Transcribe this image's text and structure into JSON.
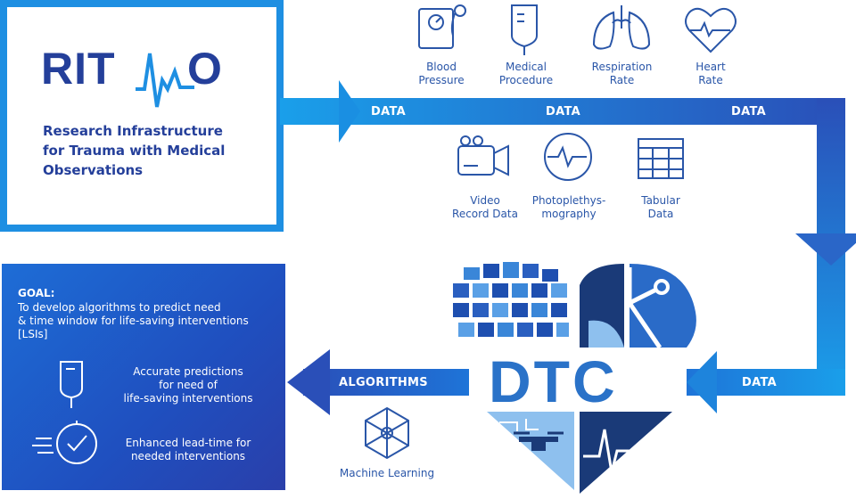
{
  "ritmo": {
    "logo_left": "RIT",
    "logo_right": "O",
    "line1": "Research Infrastructure",
    "line2": "for Trauma with Medical",
    "line3": "Observations"
  },
  "flow_labels": {
    "data1": "DATA",
    "data2": "DATA",
    "data3": "DATA",
    "data4": "DATA",
    "algorithms": "ALGORITHMS"
  },
  "top_icons": [
    {
      "line1": "Blood",
      "line2": "Pressure",
      "icon": "blood-pressure-icon"
    },
    {
      "line1": "Medical",
      "line2": "Procedure",
      "icon": "iv-bag-icon"
    },
    {
      "line1": "Respiration",
      "line2": "Rate",
      "icon": "lungs-icon"
    },
    {
      "line1": "Heart",
      "line2": "Rate",
      "icon": "heart-rate-icon"
    }
  ],
  "mid_icons": [
    {
      "line1": "Video",
      "line2": "Record Data",
      "icon": "video-camera-icon"
    },
    {
      "line1": "Photoplethys-",
      "line2": "mography",
      "icon": "ppg-monitor-icon"
    },
    {
      "line1": "Tabular",
      "line2": "Data",
      "icon": "table-icon"
    }
  ],
  "goal": {
    "heading": "GOAL:",
    "line1": "To develop algorithms to predict need",
    "line2": "& time window for life-saving interventions",
    "line3": "[LSIs]",
    "bullet1": {
      "line1": "Accurate predictions",
      "line2": "for need of",
      "line3": "life-saving interventions"
    },
    "bullet2": {
      "line1": "Enhanced lead-time for",
      "line2": "needed interventions"
    }
  },
  "dtc": {
    "label": "DTC"
  },
  "ml": {
    "label": "Machine Learning"
  },
  "colors": {
    "primary": "#1e74d8",
    "dark": "#243f9a",
    "light": "#1aa0ea"
  }
}
